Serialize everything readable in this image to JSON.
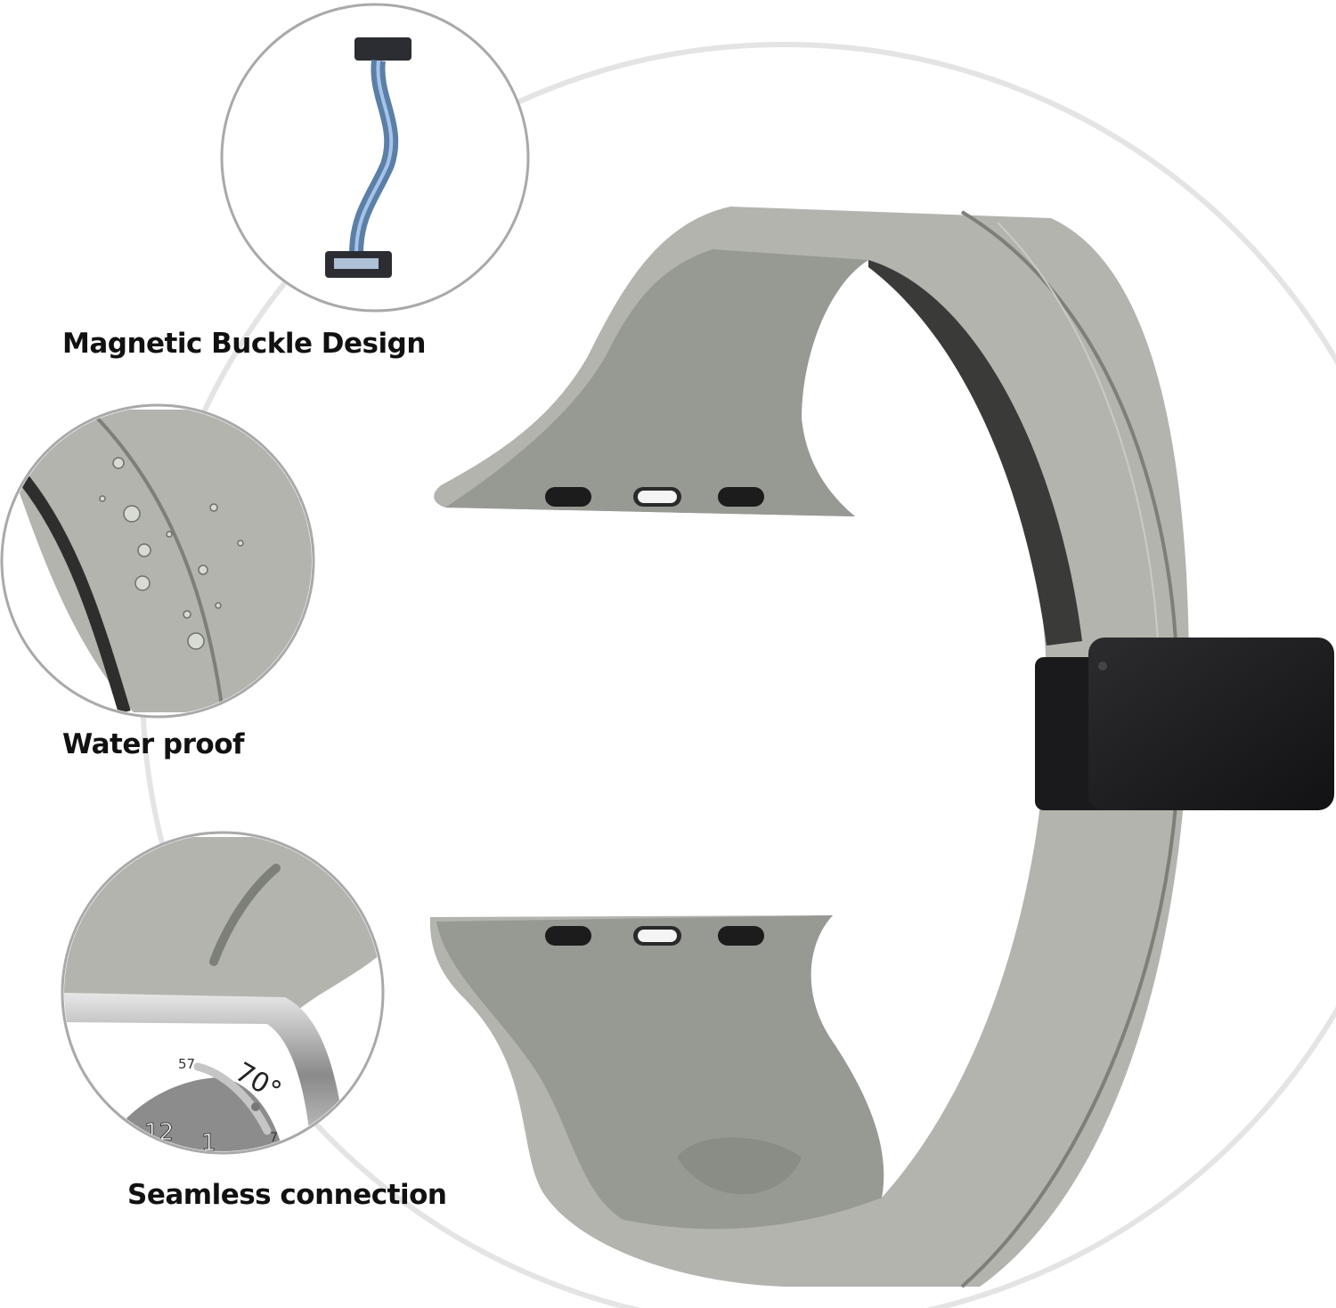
{
  "features": [
    {
      "label": "Magnetic Buckle Design",
      "icon": "magnetic-buckle-closeup"
    },
    {
      "label": "Water proof",
      "icon": "water-droplets-closeup"
    },
    {
      "label": "Seamless connection",
      "icon": "watch-connector-closeup"
    }
  ],
  "watch_face": {
    "complication_low": "57",
    "temperature": "70°",
    "complication_high": "7",
    "hour_12": "12",
    "hour_1": "1"
  },
  "colors": {
    "band_light": "#b2b4ad",
    "band_dark": "#91938d",
    "buckle": "#1d1d1f",
    "guide_circle": "#e2e2e2",
    "inset_border": "#a9a9a9"
  }
}
